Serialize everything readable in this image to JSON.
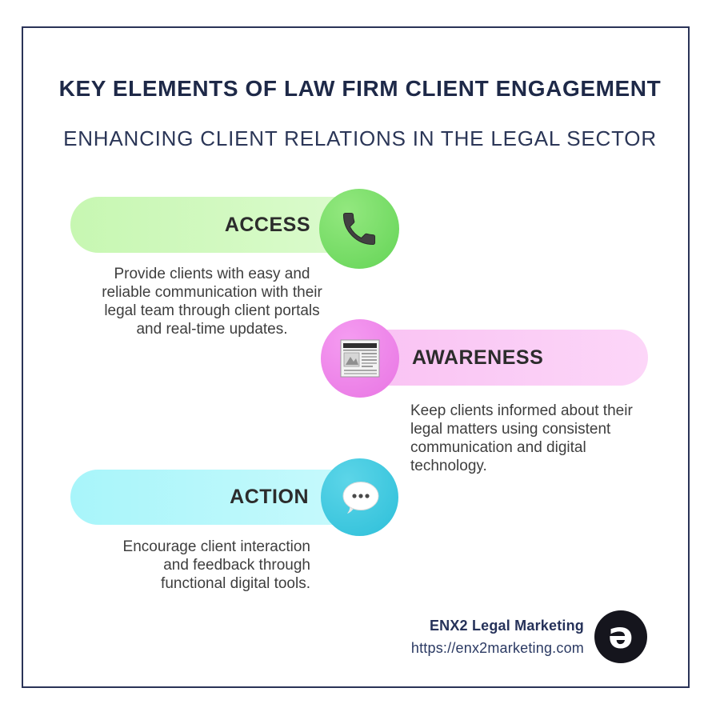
{
  "page": {
    "title": "KEY ELEMENTS OF LAW FIRM CLIENT ENGAGEMENT",
    "subtitle": "ENHANCING CLIENT RELATIONS IN THE LEGAL SECTOR"
  },
  "items": [
    {
      "label": "ACCESS",
      "description": "Provide clients with easy and\nreliable communication with their\nlegal team through client portals\nand real-time updates.",
      "icon": "phone-icon",
      "pill_color": "#cdf8bd",
      "accent_color": "#6fd85e"
    },
    {
      "label": "AWARENESS",
      "description": "Keep clients informed about their\nlegal matters using consistent\ncommunication and digital\ntechnology.",
      "icon": "newspaper-icon",
      "pill_color": "#fbc9f5",
      "accent_color": "#ee82e8"
    },
    {
      "label": "ACTION",
      "description": "Encourage client interaction\nand feedback through\nfunctional digital tools.",
      "icon": "speech-bubble-icon",
      "pill_color": "#adf7fb",
      "accent_color": "#38c6dd"
    }
  ],
  "footer": {
    "brand": "ENX2 Legal Marketing",
    "url": "https://enx2marketing.com",
    "logo_glyph": "ə"
  },
  "colors": {
    "border": "#2a3357",
    "title": "#1e2948",
    "subtitle": "#2b3657",
    "body_text": "#3e3e3e",
    "label_text": "#2c2c2c",
    "footer_navy": "#26325a",
    "logo_bg": "#15151d"
  }
}
